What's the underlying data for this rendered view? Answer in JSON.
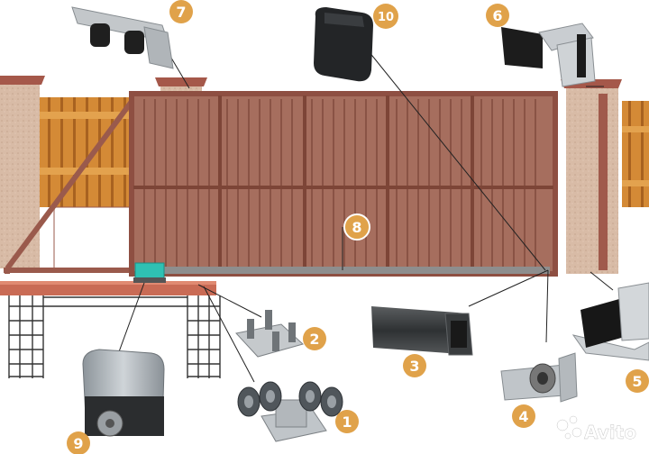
{
  "callouts": [
    {
      "id": "1",
      "label": "1"
    },
    {
      "id": "2",
      "label": "2"
    },
    {
      "id": "3",
      "label": "3"
    },
    {
      "id": "4",
      "label": "4"
    },
    {
      "id": "5",
      "label": "5"
    },
    {
      "id": "6",
      "label": "6"
    },
    {
      "id": "7",
      "label": "7"
    },
    {
      "id": "8",
      "label": "8"
    },
    {
      "id": "9",
      "label": "9"
    },
    {
      "id": "10",
      "label": "10"
    }
  ],
  "watermark": {
    "text": "Avito"
  },
  "colors": {
    "badge": "#e0a24a",
    "gate_panel": "#a56c5c",
    "gate_frame": "#9a5a4c",
    "fence_wood": "#d18a3a",
    "pillar": "#d9b9a3",
    "pillar_cap": "#a5584a",
    "motor": "#b9bfc4",
    "motor_accent": "#2fc1b3"
  }
}
